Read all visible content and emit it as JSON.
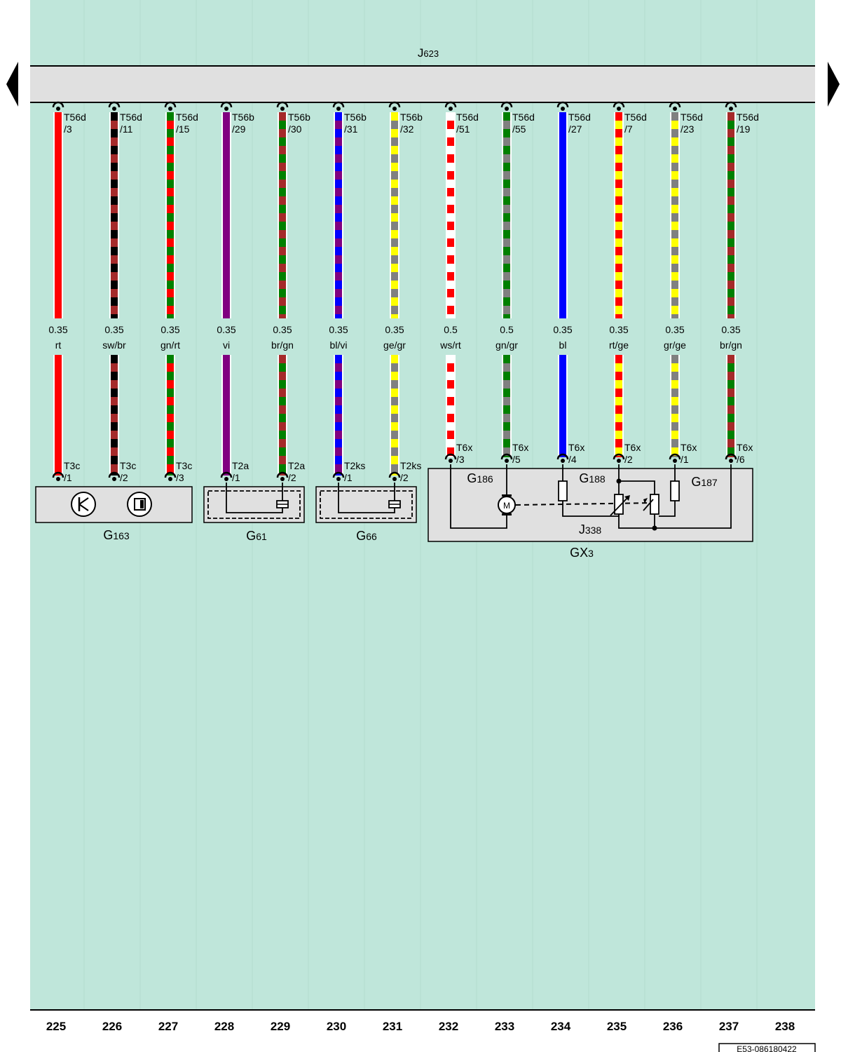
{
  "colors": {
    "background": "#bfe6da",
    "bus_fill": "#e0e0e0",
    "component_fill": "#e0e0e0",
    "rt": "#ff0000",
    "sw": "#000000",
    "br": "#a52a2a",
    "gn": "#008000",
    "vi": "#800080",
    "bl": "#0000ff",
    "ge": "#ffff00",
    "gr": "#808080",
    "ws": "#ffffff"
  },
  "bus": {
    "label_main": "J",
    "label_sub": "623"
  },
  "wires": [
    {
      "col": 225,
      "top_conn": "T56d",
      "top_pin": "/3",
      "gauge": "0.35",
      "color_code": "rt",
      "primary": "rt",
      "secondary": null,
      "bot_conn": "T3c",
      "bot_pin": "/1"
    },
    {
      "col": 226,
      "top_conn": "T56d",
      "top_pin": "/11",
      "gauge": "0.35",
      "color_code": "sw/br",
      "primary": "sw",
      "secondary": "br",
      "bot_conn": "T3c",
      "bot_pin": "/2"
    },
    {
      "col": 227,
      "top_conn": "T56d",
      "top_pin": "/15",
      "gauge": "0.35",
      "color_code": "gn/rt",
      "primary": "gn",
      "secondary": "rt",
      "bot_conn": "T3c",
      "bot_pin": "/3"
    },
    {
      "col": 228,
      "top_conn": "T56b",
      "top_pin": "/29",
      "gauge": "0.35",
      "color_code": "vi",
      "primary": "vi",
      "secondary": null,
      "bot_conn": "T2a",
      "bot_pin": "/1"
    },
    {
      "col": 229,
      "top_conn": "T56b",
      "top_pin": "/30",
      "gauge": "0.35",
      "color_code": "br/gn",
      "primary": "br",
      "secondary": "gn",
      "bot_conn": "T2a",
      "bot_pin": "/2"
    },
    {
      "col": 230,
      "top_conn": "T56b",
      "top_pin": "/31",
      "gauge": "0.35",
      "color_code": "bl/vi",
      "primary": "bl",
      "secondary": "vi",
      "bot_conn": "T2ks",
      "bot_pin": "/1"
    },
    {
      "col": 231,
      "top_conn": "T56b",
      "top_pin": "/32",
      "gauge": "0.35",
      "color_code": "ge/gr",
      "primary": "ge",
      "secondary": "gr",
      "bot_conn": "T2ks",
      "bot_pin": "/2"
    },
    {
      "col": 232,
      "top_conn": "T56d",
      "top_pin": "/51",
      "gauge": "0.5",
      "color_code": "ws/rt",
      "primary": "ws",
      "secondary": "rt",
      "bot_conn": "T6x",
      "bot_pin": "/3"
    },
    {
      "col": 233,
      "top_conn": "T56d",
      "top_pin": "/55",
      "gauge": "0.5",
      "color_code": "gn/gr",
      "primary": "gn",
      "secondary": "gr",
      "bot_conn": "T6x",
      "bot_pin": "/5"
    },
    {
      "col": 234,
      "top_conn": "T56d",
      "top_pin": "/27",
      "gauge": "0.35",
      "color_code": "bl",
      "primary": "bl",
      "secondary": null,
      "bot_conn": "T6x",
      "bot_pin": "/4"
    },
    {
      "col": 235,
      "top_conn": "T56d",
      "top_pin": "/7",
      "gauge": "0.35",
      "color_code": "rt/ge",
      "primary": "rt",
      "secondary": "ge",
      "bot_conn": "T6x",
      "bot_pin": "/2"
    },
    {
      "col": 236,
      "top_conn": "T56d",
      "top_pin": "/23",
      "gauge": "0.35",
      "color_code": "gr/ge",
      "primary": "gr",
      "secondary": "ge",
      "bot_conn": "T6x",
      "bot_pin": "/1"
    },
    {
      "col": 237,
      "top_conn": "T56d",
      "top_pin": "/19",
      "gauge": "0.35",
      "color_code": "br/gn",
      "primary": "br",
      "secondary": "gn",
      "bot_conn": "T6x",
      "bot_pin": "/6"
    }
  ],
  "components": {
    "g163": {
      "main": "G",
      "sub": "163"
    },
    "g61": {
      "main": "G",
      "sub": "61"
    },
    "g66": {
      "main": "G",
      "sub": "66"
    },
    "g186": {
      "main": "G",
      "sub": "186"
    },
    "g188": {
      "main": "G",
      "sub": "188"
    },
    "g187": {
      "main": "G",
      "sub": "187"
    },
    "j338": {
      "main": "J",
      "sub": "338"
    },
    "gx3": {
      "main": "GX",
      "sub": "3"
    },
    "motor_symbol": "M"
  },
  "columns": [
    "225",
    "226",
    "227",
    "228",
    "229",
    "230",
    "231",
    "232",
    "233",
    "234",
    "235",
    "236",
    "237",
    "238"
  ],
  "doc_id": "E53-086180422"
}
